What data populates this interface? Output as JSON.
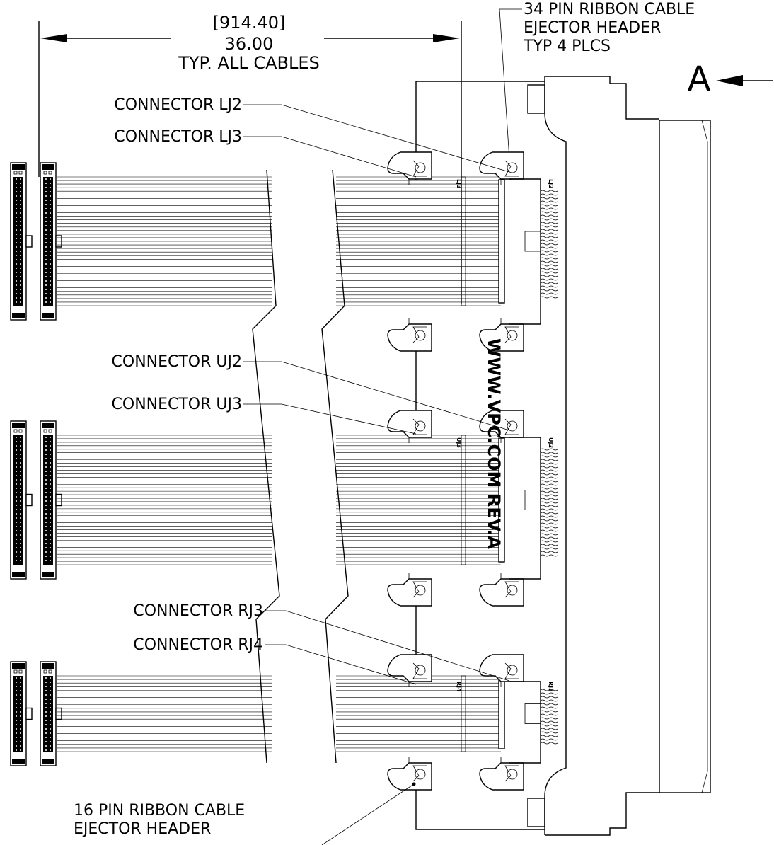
{
  "drawing": {
    "dimension": {
      "metric": "[914.40]",
      "imperial": "36.00",
      "note": "TYP. ALL CABLES"
    },
    "header_34pin_callout": [
      "34 PIN RIBBON CABLE",
      "EJECTOR HEADER",
      "TYP 4 PLCS"
    ],
    "header_16pin_callout": [
      "16 PIN RIBBON CABLE",
      "EJECTOR HEADER"
    ],
    "view_label": "A",
    "watermark": "WWW.VPC.COM REV.A",
    "connector_labels": {
      "lj2": "CONNECTOR LJ2",
      "lj3": "CONNECTOR LJ3",
      "uj2": "CONNECTOR UJ2",
      "uj3": "CONNECTOR UJ3",
      "rj3": "CONNECTOR RJ3",
      "rj4": "CONNECTOR RJ4"
    },
    "silkscreen": {
      "lj3": "LJ3",
      "lj2": "LJ2",
      "uj3": "UJ3",
      "uj2": "UJ2",
      "rj4": "RJ4",
      "rj3": "RJ3"
    }
  }
}
